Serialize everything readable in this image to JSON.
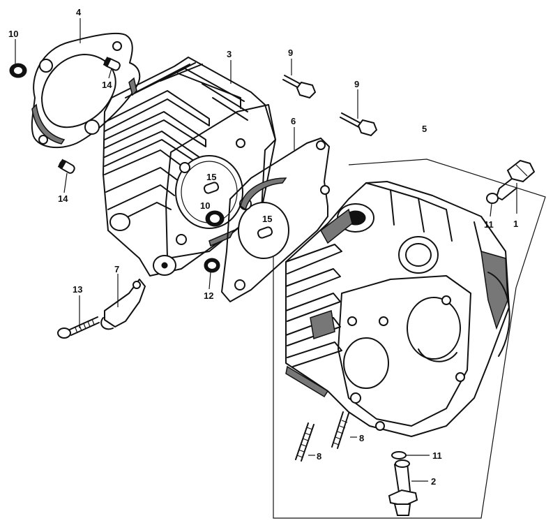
{
  "callouts": [
    {
      "id": "c1",
      "label": "1"
    },
    {
      "id": "c2",
      "label": "2"
    },
    {
      "id": "c3",
      "label": "3"
    },
    {
      "id": "c4",
      "label": "4"
    },
    {
      "id": "c5",
      "label": "5"
    },
    {
      "id": "c6",
      "label": "6"
    },
    {
      "id": "c7",
      "label": "7"
    },
    {
      "id": "c8a",
      "label": "8"
    },
    {
      "id": "c8b",
      "label": "8"
    },
    {
      "id": "c9a",
      "label": "9"
    },
    {
      "id": "c9b",
      "label": "9"
    },
    {
      "id": "c10a",
      "label": "10"
    },
    {
      "id": "c10b",
      "label": "10"
    },
    {
      "id": "c11a",
      "label": "11"
    },
    {
      "id": "c11b",
      "label": "11"
    },
    {
      "id": "c12",
      "label": "12"
    },
    {
      "id": "c13",
      "label": "13"
    },
    {
      "id": "c14a",
      "label": "14"
    },
    {
      "id": "c14b",
      "label": "14"
    },
    {
      "id": "c15a",
      "label": "15"
    },
    {
      "id": "c15b",
      "label": "15"
    }
  ]
}
